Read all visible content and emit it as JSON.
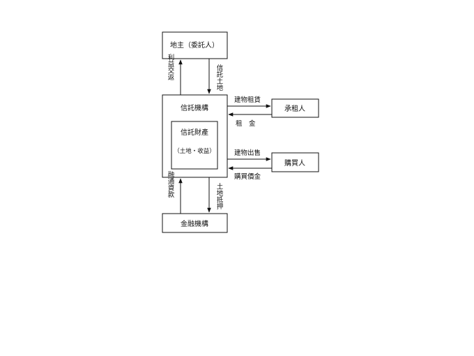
{
  "nodes": {
    "landowner": "地主（委託人）",
    "trust_org": "信託機構",
    "trust_property": "信託財產",
    "trust_property_detail": "（土地・收益）",
    "lessee": "承租人",
    "buyer": "購買人",
    "financial_org": "金融機構"
  },
  "edges": {
    "benefit_return": "利益交返",
    "trust_land": "信託土地",
    "building_lease": "建物租賃",
    "rent": "租　金",
    "building_sale": "建物出售",
    "purchase_price": "購買價金",
    "loan": "融通資款",
    "land_mortgage": "土地抵押"
  },
  "colors": {
    "line": "#111111",
    "background": "#ffffff"
  }
}
